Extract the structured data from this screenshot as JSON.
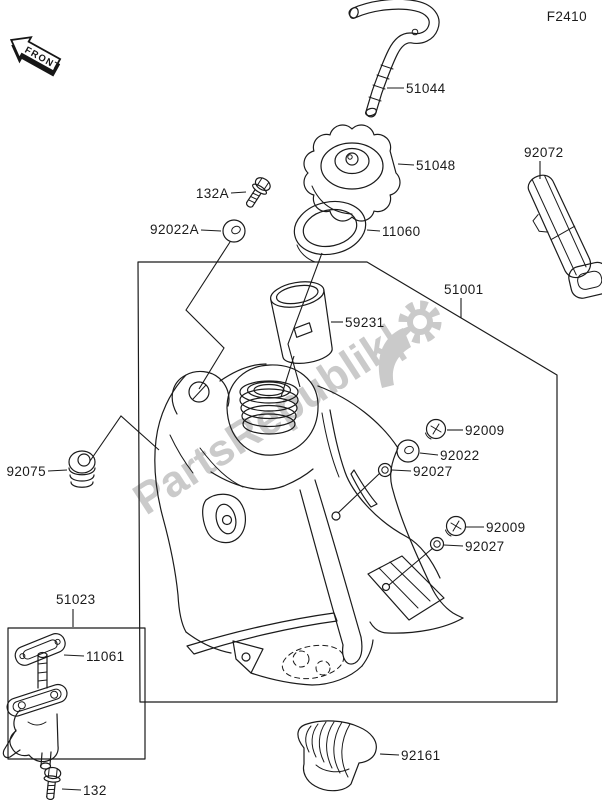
{
  "figure_code": "F2410",
  "front_marker": "FRONT",
  "watermark_text": "PartsRepublik|",
  "colors": {
    "line": "#1b1b1b",
    "watermark": "#cacaca",
    "background": "#ffffff"
  },
  "callouts": {
    "bolt_top": "132A",
    "washer_top": "92022A",
    "breather_hose": "51044",
    "fuel_cap": "51048",
    "cap_gasket": "11060",
    "tank_band": "92072",
    "fuel_tank": "51001",
    "filter_screen": "59231",
    "damper_left": "92075",
    "screw_upper": "92009",
    "washer_mid": "92022",
    "collar_upper": "92027",
    "screw_lower": "92009",
    "collar_lower": "92027",
    "fuel_tap_assembly": "51023",
    "tap_gasket": "11061",
    "bolt_bottom": "132",
    "damper_pad": "92161"
  }
}
